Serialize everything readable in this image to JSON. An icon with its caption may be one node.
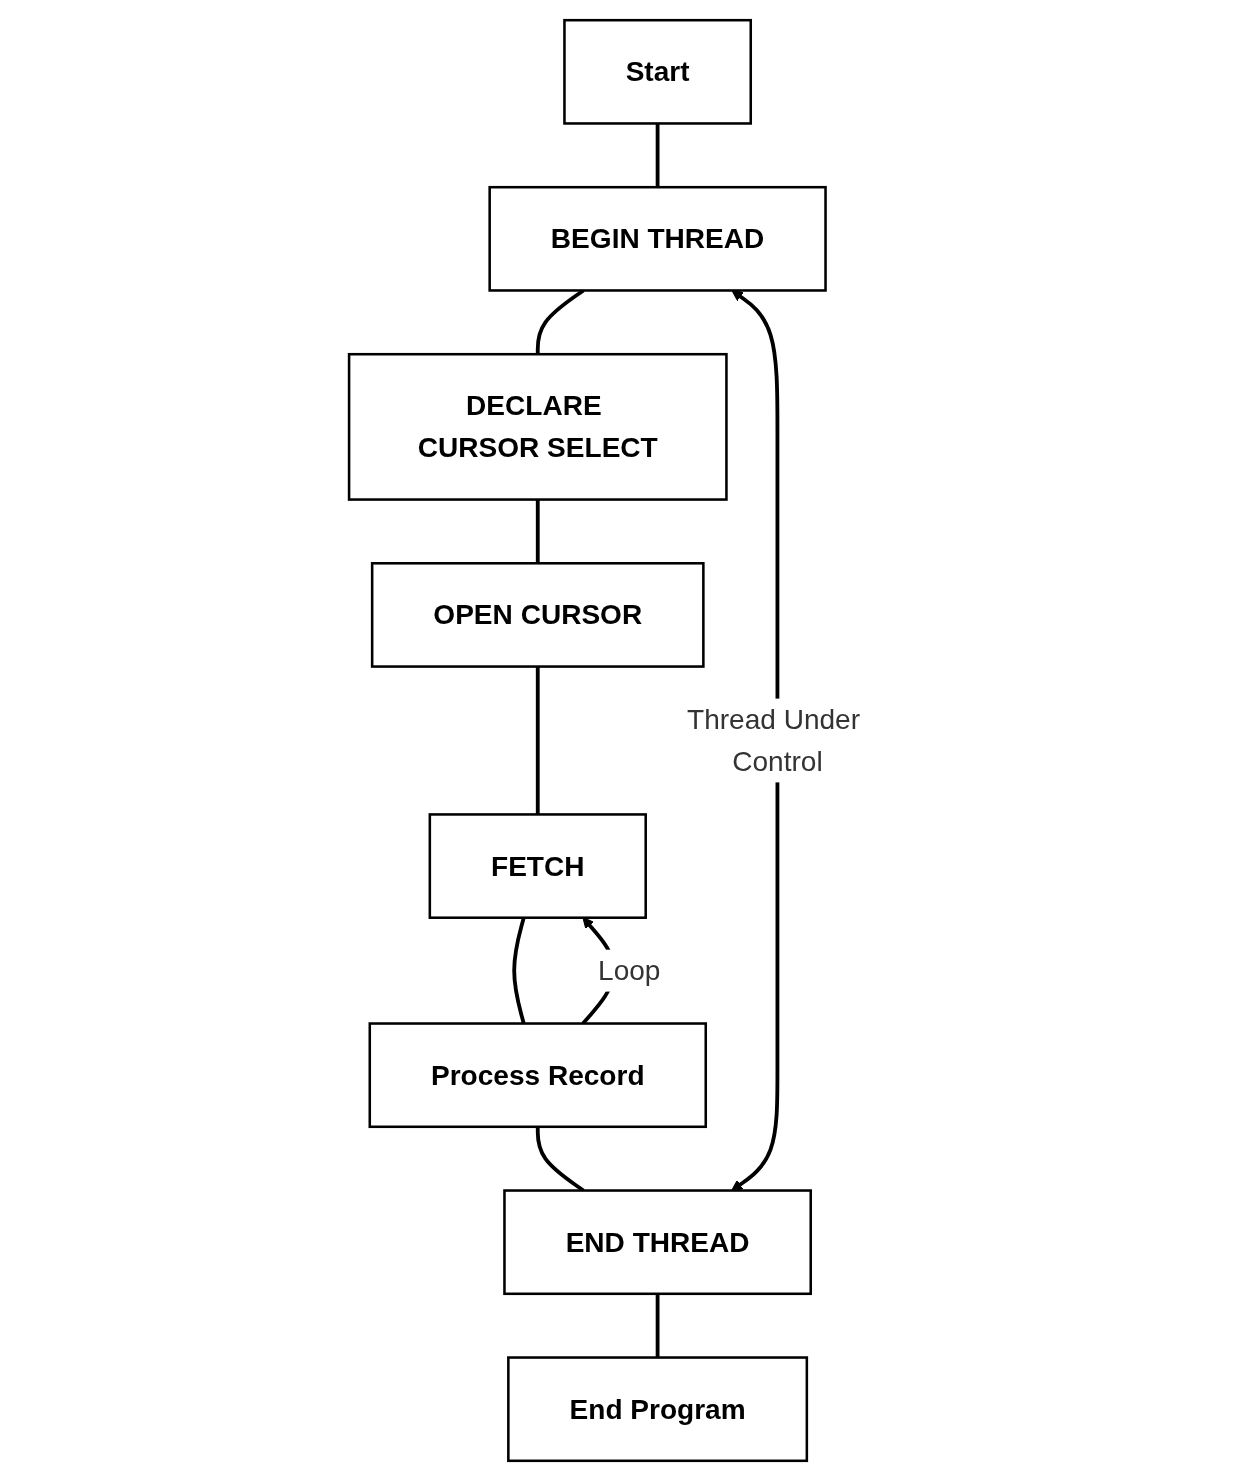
{
  "diagram": {
    "nodes": [
      {
        "text": [
          "Start"
        ]
      },
      {
        "text": [
          "BEGIN THREAD"
        ]
      },
      {
        "text": [
          "DECLARE CURSOR SELECT"
        ]
      },
      {
        "text": [
          "OPEN CURSOR"
        ]
      },
      {
        "text": [
          "FETCH"
        ]
      },
      {
        "text": [
          "Process Record"
        ]
      },
      {
        "text": [
          "END THREAD"
        ]
      },
      {
        "text": [
          "End Program"
        ]
      }
    ],
    "edges": [
      {
        "from": 0,
        "to": 1,
        "arrow": "none"
      },
      {
        "from": 1,
        "to": 2,
        "arrow": "none"
      },
      {
        "from": 2,
        "to": 3,
        "arrow": "none"
      },
      {
        "from": 3,
        "to": 4,
        "arrow": "none"
      },
      {
        "from": 4,
        "to": 5,
        "arrow": "none"
      },
      {
        "from": 5,
        "to": 4,
        "arrow": "to",
        "label": "Loop"
      },
      {
        "from": 5,
        "to": 6,
        "arrow": "none"
      },
      {
        "from": 6,
        "to": 7,
        "arrow": "none"
      },
      {
        "from": 1,
        "to": 6,
        "arrow": "both",
        "label": "Thread Under Control"
      }
    ]
  }
}
